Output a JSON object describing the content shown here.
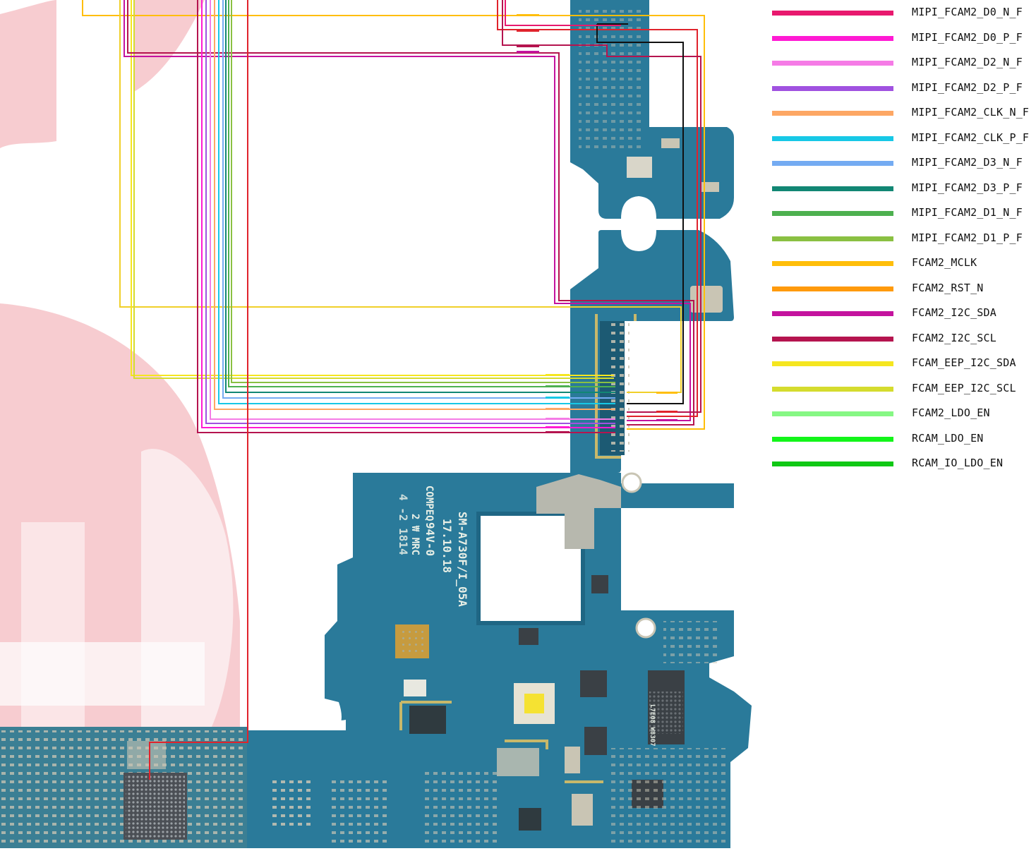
{
  "legend": [
    {
      "label": "MIPI_FCAM2_D0_N_F",
      "color": "#e8196e"
    },
    {
      "label": "MIPI_FCAM2_D0_P_F",
      "color": "#ff1ad3"
    },
    {
      "label": "MIPI_FCAM2_D2_N_F",
      "color": "#f57be6"
    },
    {
      "label": "MIPI_FCAM2_D2_P_F",
      "color": "#a052e0"
    },
    {
      "label": "MIPI_FCAM2_CLK_N_F",
      "color": "#fda764"
    },
    {
      "label": "MIPI_FCAM2_CLK_P_F",
      "color": "#17c8e6"
    },
    {
      "label": "MIPI_FCAM2_D3_N_F",
      "color": "#74abf2"
    },
    {
      "label": "MIPI_FCAM2_D3_P_F",
      "color": "#128774"
    },
    {
      "label": "MIPI_FCAM2_D1_N_F",
      "color": "#4db04f"
    },
    {
      "label": "MIPI_FCAM2_D1_P_F",
      "color": "#8ac042"
    },
    {
      "label": "FCAM2_MCLK",
      "color": "#ffbe0a"
    },
    {
      "label": "FCAM2_RST_N",
      "color": "#ff9a0c"
    },
    {
      "label": "FCAM2_I2C_SDA",
      "color": "#c4139e"
    },
    {
      "label": "FCAM2_I2C_SCL",
      "color": "#b5144f"
    },
    {
      "label": "FCAM_EEP_I2C_SDA",
      "color": "#f5e61f"
    },
    {
      "label": "FCAM_EEP_I2C_SCL",
      "color": "#d5dc2e"
    },
    {
      "label": "FCAM2_LDO_EN",
      "color": "#86f784"
    },
    {
      "label": "RCAM_LDO_EN",
      "color": "#13f51a"
    },
    {
      "label": "RCAM_IO_LDO_EN",
      "color": "#10c814"
    }
  ],
  "board": {
    "model": "SM-A730F/I_05A",
    "date": "17.10.18",
    "rating": "94V-0",
    "maker": "COMPEQ",
    "lot": "2 ₩ MRC",
    "code1": "4 -2 1814",
    "chip_marking": "L7E08 W8307"
  },
  "colors": {
    "pcb": "#2a7a9a",
    "pcb_dark": "#1f6684",
    "watermark": "#f4b6bc"
  }
}
